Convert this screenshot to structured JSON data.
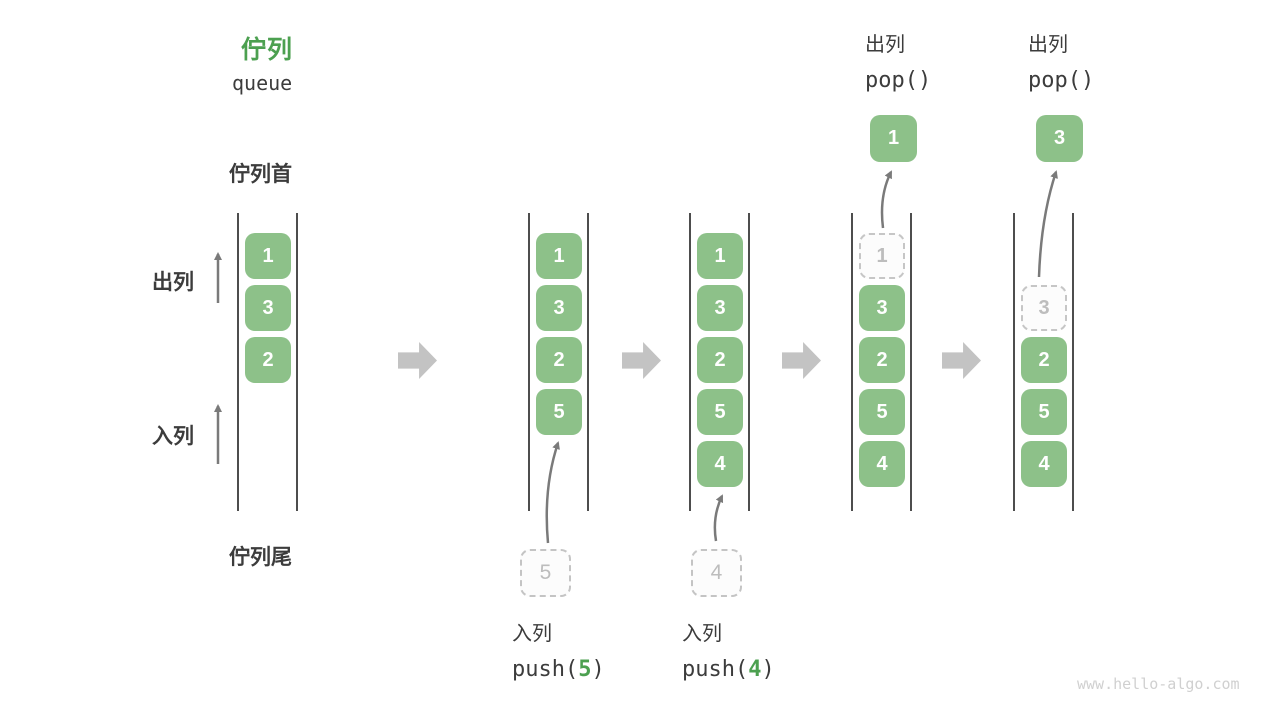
{
  "header": {
    "title_zh": "佇列",
    "title_en": "queue"
  },
  "labels": {
    "front": "佇列首",
    "rear": "佇列尾",
    "dequeue_side": "出列",
    "enqueue_side": "入列"
  },
  "queues": {
    "q1": {
      "cells": [
        "1",
        "3",
        "2"
      ]
    },
    "q2": {
      "cells": [
        "1",
        "3",
        "2",
        "5"
      ],
      "staged": "5"
    },
    "q3": {
      "cells": [
        "1",
        "3",
        "2",
        "5",
        "4"
      ],
      "staged": "4"
    },
    "q4": {
      "ghost": "1",
      "cells": [
        "3",
        "2",
        "5",
        "4"
      ],
      "popped": "1"
    },
    "q5": {
      "ghost": "3",
      "cells": [
        "2",
        "5",
        "4"
      ],
      "popped": "3"
    }
  },
  "operations": {
    "pop1": {
      "label": "出列",
      "code": "pop()"
    },
    "pop2": {
      "label": "出列",
      "code": "pop()"
    },
    "push1": {
      "label": "入列",
      "fn": "push(",
      "arg": "5",
      "close": ")"
    },
    "push2": {
      "label": "入列",
      "fn": "push(",
      "arg": "4",
      "close": ")"
    }
  },
  "watermark": "www.hello-algo.com",
  "colors": {
    "box_green": "#8dc189",
    "title_green": "#4ca050",
    "line_gray": "#4d4d4d",
    "arrow_gray": "#c3c3c3",
    "ghost_gray": "#bdbdbd"
  }
}
